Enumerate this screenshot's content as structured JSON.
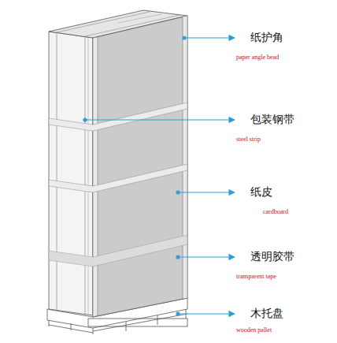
{
  "diagram": {
    "labels": [
      "纸护角",
      "paper angle bead",
      "包装钢带",
      "steel strip",
      "纸皮",
      "cardboard",
      "透明胶带",
      "transparent tape",
      "木托盘",
      "wooden pallet"
    ]
  }
}
